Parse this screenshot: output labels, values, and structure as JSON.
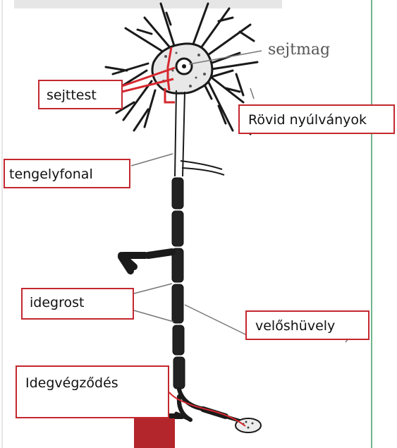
{
  "title": "",
  "labels": {
    "sejtmag": "sejtmag",
    "sejttest": "sejttest",
    "rovid_nyulvanyok": "Rövid nyúlványok",
    "tengelyfonal": "tengelyfonal",
    "idegrost": "idegrost",
    "veloshuvely": "velőshüvely",
    "idegvegzodes": "Idegvégződés"
  },
  "colors": {
    "label_border": "#c4282f",
    "pointer_red": "#d6282f",
    "neuron_ink": "#1a1a1a",
    "right_margin_line": "#6fb58a",
    "marker_block": "#b3262c"
  }
}
